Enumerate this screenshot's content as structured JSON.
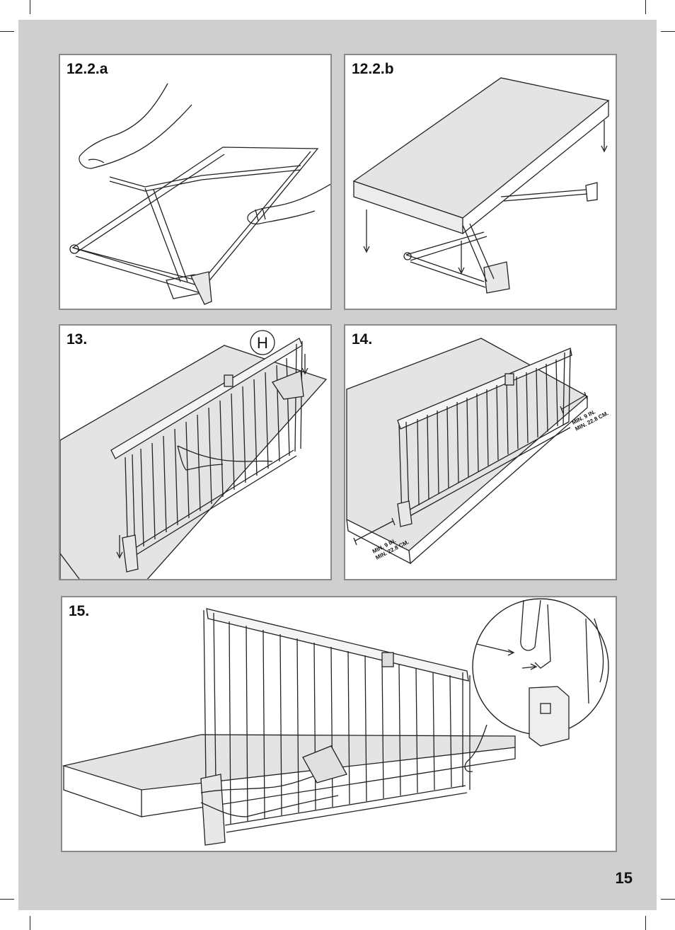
{
  "page": {
    "number": "15",
    "background": "#cfcfcf",
    "panel_border": "#8a8a8a"
  },
  "steps": [
    {
      "id": "12.2.a",
      "label": "12.2.a"
    },
    {
      "id": "12.2.b",
      "label": "12.2.b"
    },
    {
      "id": "13",
      "label": "13.",
      "marker": "H"
    },
    {
      "id": "14",
      "label": "14.",
      "measure_in": "MIN. 9 IN.",
      "measure_cm": "MIN. 22.8 CM."
    },
    {
      "id": "15",
      "label": "15."
    }
  ]
}
